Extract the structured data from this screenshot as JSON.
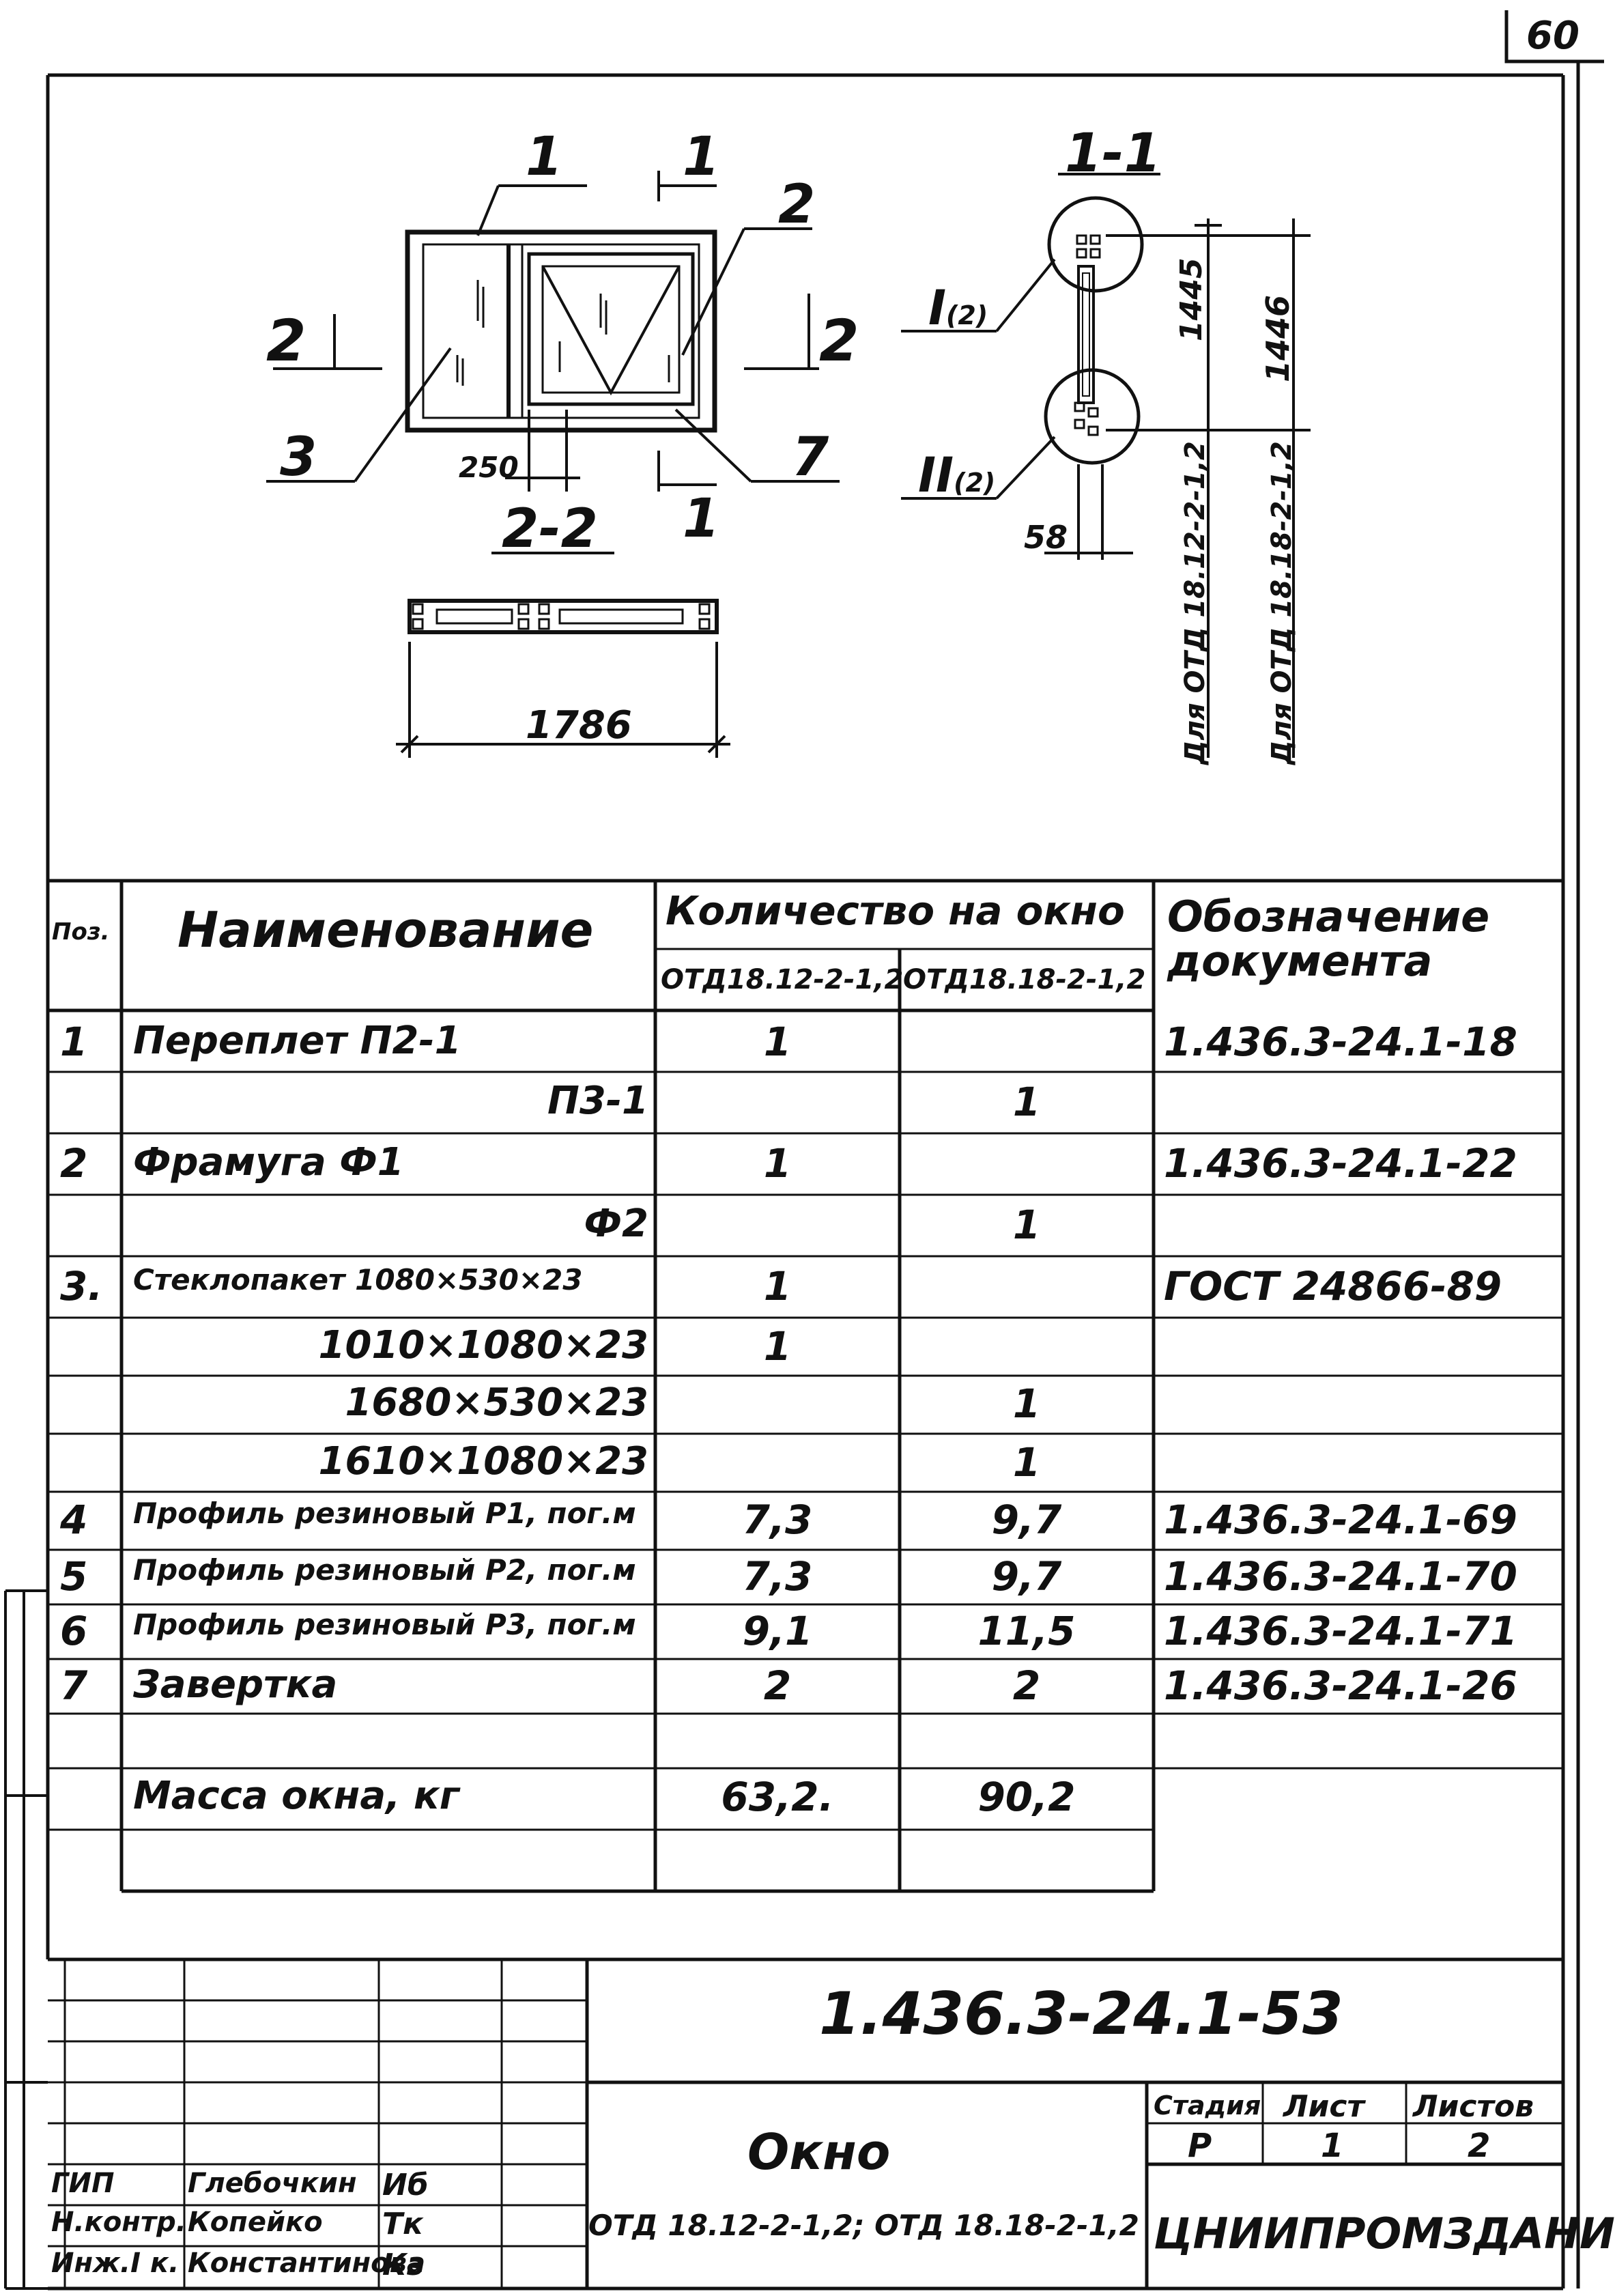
{
  "sheet_number": "60",
  "drawing": {
    "callouts": {
      "pos_1": "1",
      "pos_2": "2",
      "pos_3": "3",
      "pos_7": "7",
      "section_1_top": "1",
      "section_1_bottom": "1",
      "section_2_left": "2",
      "section_2_right": "2",
      "dim_250": "250"
    },
    "section_2_2": {
      "title": "2-2",
      "dim_width": "1786"
    },
    "section_1_1": {
      "title": "1-1",
      "node_I": "I",
      "node_I_ref": "(2)",
      "node_II": "II",
      "node_II_ref": "(2)",
      "dim_58": "58",
      "dim_1445": "1445",
      "dim_1446": "1446",
      "label_a": "Для ОТД 18.12-2-1,2",
      "label_b": "Для ОТД 18.18-2-1,2"
    }
  },
  "table": {
    "headers": {
      "pos": "Поз.",
      "name": "Наименование",
      "qty": "Количество на окно",
      "qty_a": "ОТД18.12-2-1,2",
      "qty_b": "ОТД18.18-2-1,2",
      "doc": "Обозначение документа"
    },
    "rows": [
      {
        "pos": "1",
        "name": "Переплет П2-1",
        "a": "1",
        "b": "",
        "doc": "1.436.3-24.1-18"
      },
      {
        "pos": "",
        "name": "П3-1",
        "a": "",
        "b": "1",
        "doc": ""
      },
      {
        "pos": "2",
        "name": "Фрамуга Ф1",
        "a": "1",
        "b": "",
        "doc": "1.436.3-24.1-22"
      },
      {
        "pos": "",
        "name": "Ф2",
        "a": "",
        "b": "1",
        "doc": ""
      },
      {
        "pos": "3.",
        "name": "Стеклопакет 1080×530×23",
        "a": "1",
        "b": "",
        "doc": "ГОСТ 24866-89"
      },
      {
        "pos": "",
        "name": "1010×1080×23",
        "a": "1",
        "b": "",
        "doc": ""
      },
      {
        "pos": "",
        "name": "1680×530×23",
        "a": "",
        "b": "1",
        "doc": ""
      },
      {
        "pos": "",
        "name": "1610×1080×23",
        "a": "",
        "b": "1",
        "doc": ""
      },
      {
        "pos": "4",
        "name": "Профиль резиновый Р1, пог.м",
        "a": "7,3",
        "b": "9,7",
        "doc": "1.436.3-24.1-69"
      },
      {
        "pos": "5",
        "name": "Профиль резиновый Р2, пог.м",
        "a": "7,3",
        "b": "9,7",
        "doc": "1.436.3-24.1-70"
      },
      {
        "pos": "6",
        "name": "Профиль резиновый Р3, пог.м",
        "a": "9,1",
        "b": "11,5",
        "doc": "1.436.3-24.1-71"
      },
      {
        "pos": "7",
        "name": "Завертка",
        "a": "2",
        "b": "2",
        "doc": "1.436.3-24.1-26"
      },
      {
        "pos": "",
        "name": "",
        "a": "",
        "b": "",
        "doc": ""
      },
      {
        "pos": "",
        "name": "Масса окна, кг",
        "a": "63,2.",
        "b": "90,2",
        "doc": ""
      }
    ]
  },
  "title_block": {
    "doc_code": "1.436.3-24.1-53",
    "title": "Окно",
    "subtitle": "ОТД 18.12-2-1,2; ОТД 18.18-2-1,2",
    "stage_header": "Стадия",
    "sheet_header": "Лист",
    "sheets_header": "Листов",
    "stage": "Р",
    "sheet": "1",
    "sheets": "2",
    "org": "ЦНИИПРОМЗДАНИЙ",
    "staff": [
      {
        "role": "ГИП",
        "name": "Глебочкин",
        "sign": "Иб"
      },
      {
        "role": "Н.контр.",
        "name": "Копейко",
        "sign": "Тк"
      },
      {
        "role": "Инж.I к.",
        "name": "Константинова",
        "sign": "Кз"
      }
    ]
  }
}
